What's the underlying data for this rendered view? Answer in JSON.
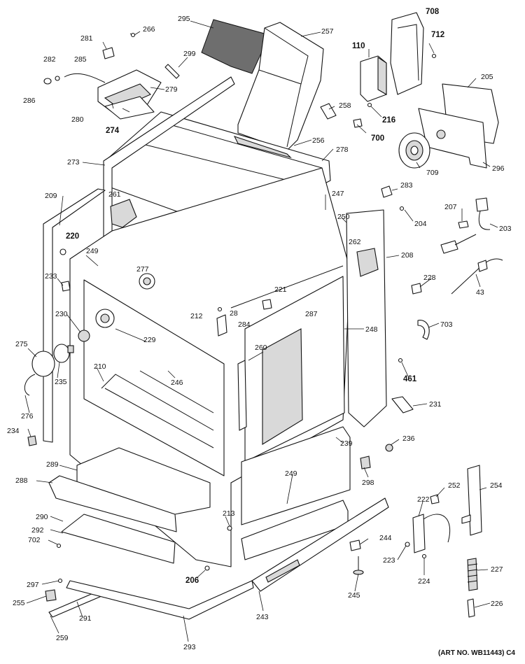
{
  "diagram": {
    "art_number": "(ART NO. WB11443) C4",
    "labels": [
      {
        "id": "295",
        "text": "295"
      },
      {
        "id": "257",
        "text": "257"
      },
      {
        "id": "266",
        "text": "266"
      },
      {
        "id": "281",
        "text": "281"
      },
      {
        "id": "282",
        "text": "282"
      },
      {
        "id": "285",
        "text": "285"
      },
      {
        "id": "286",
        "text": "286"
      },
      {
        "id": "299",
        "text": "299"
      },
      {
        "id": "279",
        "text": "279"
      },
      {
        "id": "280",
        "text": "280"
      },
      {
        "id": "274",
        "text": "274"
      },
      {
        "id": "708",
        "text": "708"
      },
      {
        "id": "712",
        "text": "712"
      },
      {
        "id": "110",
        "text": "110"
      },
      {
        "id": "216",
        "text": "216"
      },
      {
        "id": "258",
        "text": "258"
      },
      {
        "id": "700",
        "text": "700"
      },
      {
        "id": "205",
        "text": "205"
      },
      {
        "id": "256",
        "text": "256"
      },
      {
        "id": "278",
        "text": "278"
      },
      {
        "id": "709",
        "text": "709"
      },
      {
        "id": "296",
        "text": "296"
      },
      {
        "id": "273",
        "text": "273"
      },
      {
        "id": "283",
        "text": "283"
      },
      {
        "id": "209",
        "text": "209"
      },
      {
        "id": "261",
        "text": "261"
      },
      {
        "id": "247",
        "text": "247"
      },
      {
        "id": "204",
        "text": "204"
      },
      {
        "id": "207",
        "text": "207"
      },
      {
        "id": "250",
        "text": "250"
      },
      {
        "id": "203",
        "text": "203"
      },
      {
        "id": "220",
        "text": "220"
      },
      {
        "id": "249a",
        "text": "249"
      },
      {
        "id": "262",
        "text": "262"
      },
      {
        "id": "208",
        "text": "208"
      },
      {
        "id": "277",
        "text": "277"
      },
      {
        "id": "233",
        "text": "233"
      },
      {
        "id": "228",
        "text": "228"
      },
      {
        "id": "43",
        "text": "43"
      },
      {
        "id": "221",
        "text": "221"
      },
      {
        "id": "28",
        "text": "28"
      },
      {
        "id": "212",
        "text": "212"
      },
      {
        "id": "287",
        "text": "287"
      },
      {
        "id": "230",
        "text": "230"
      },
      {
        "id": "229",
        "text": "229"
      },
      {
        "id": "284",
        "text": "284"
      },
      {
        "id": "703",
        "text": "703"
      },
      {
        "id": "248",
        "text": "248"
      },
      {
        "id": "275",
        "text": "275"
      },
      {
        "id": "260",
        "text": "260"
      },
      {
        "id": "235",
        "text": "235"
      },
      {
        "id": "210",
        "text": "210"
      },
      {
        "id": "246",
        "text": "246"
      },
      {
        "id": "461",
        "text": "461"
      },
      {
        "id": "276",
        "text": "276"
      },
      {
        "id": "231",
        "text": "231"
      },
      {
        "id": "234",
        "text": "234"
      },
      {
        "id": "239",
        "text": "239"
      },
      {
        "id": "236",
        "text": "236"
      },
      {
        "id": "289",
        "text": "289"
      },
      {
        "id": "298",
        "text": "298"
      },
      {
        "id": "288",
        "text": "288"
      },
      {
        "id": "249b",
        "text": "249"
      },
      {
        "id": "252",
        "text": "252"
      },
      {
        "id": "254",
        "text": "254"
      },
      {
        "id": "222",
        "text": "222"
      },
      {
        "id": "290",
        "text": "290"
      },
      {
        "id": "213",
        "text": "213"
      },
      {
        "id": "292",
        "text": "292"
      },
      {
        "id": "702",
        "text": "702"
      },
      {
        "id": "244",
        "text": "244"
      },
      {
        "id": "223",
        "text": "223"
      },
      {
        "id": "227",
        "text": "227"
      },
      {
        "id": "206",
        "text": "206"
      },
      {
        "id": "297",
        "text": "297"
      },
      {
        "id": "224",
        "text": "224"
      },
      {
        "id": "245",
        "text": "245"
      },
      {
        "id": "255",
        "text": "255"
      },
      {
        "id": "226",
        "text": "226"
      },
      {
        "id": "291",
        "text": "291"
      },
      {
        "id": "243",
        "text": "243"
      },
      {
        "id": "259",
        "text": "259"
      },
      {
        "id": "293",
        "text": "293"
      }
    ]
  }
}
